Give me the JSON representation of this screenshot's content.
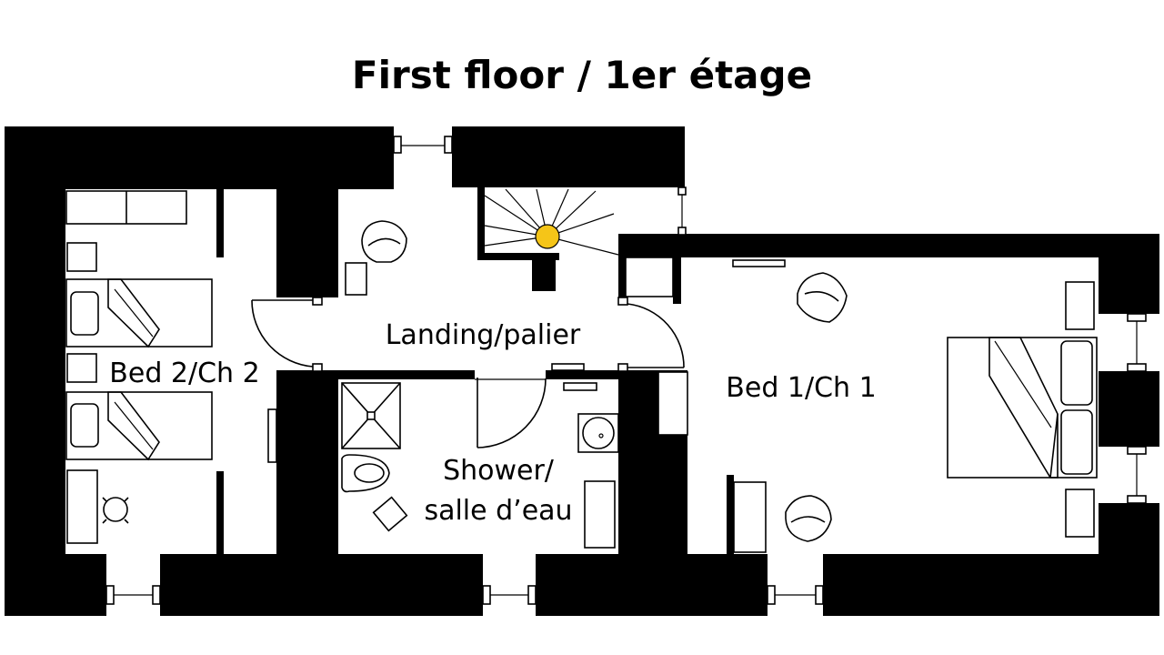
{
  "title": "First floor / 1er étage",
  "rooms": {
    "landing": "Landing/palier",
    "bed2": "Bed 2/Ch 2",
    "bed1": "Bed 1/Ch 1",
    "shower_line1": "Shower/",
    "shower_line2": "salle d’eau"
  },
  "colors": {
    "wall": "#000000",
    "background": "#ffffff",
    "stair_light": "#f5c518"
  }
}
